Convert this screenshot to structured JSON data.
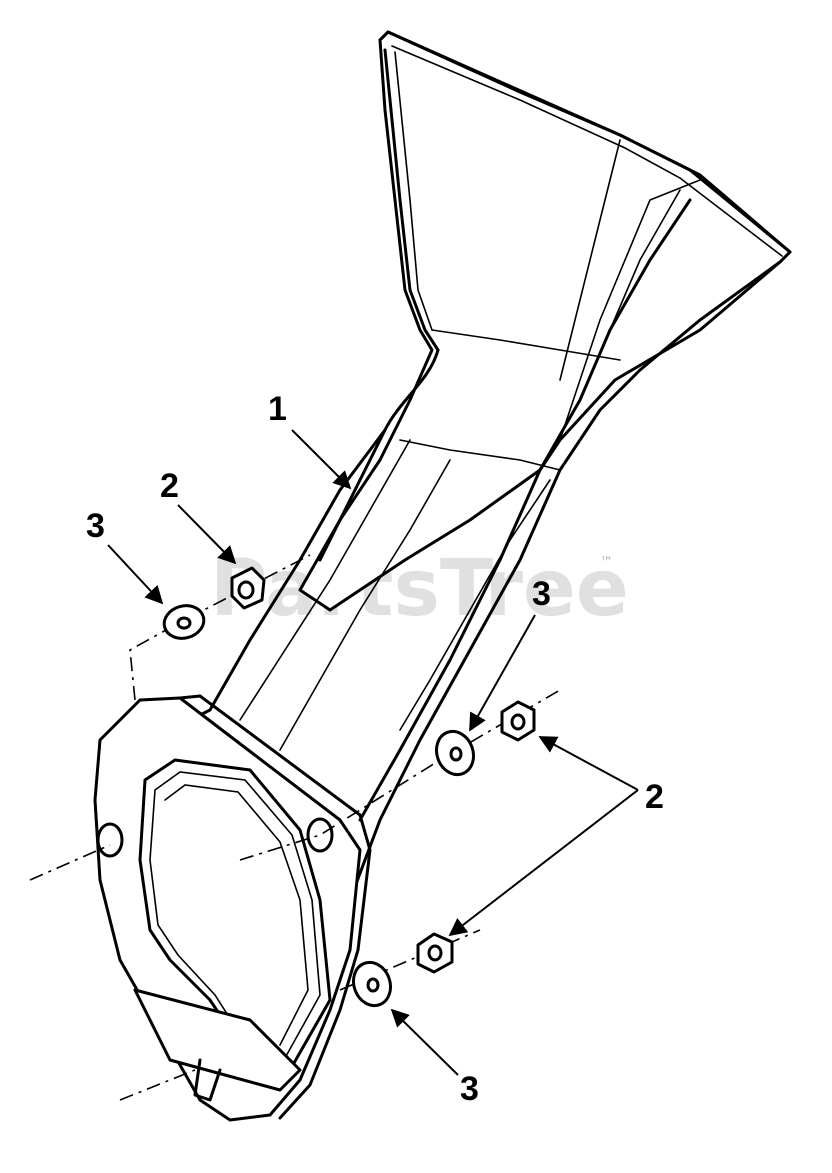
{
  "watermark": {
    "text": "PartsTree",
    "trademark": "™"
  },
  "callouts": {
    "part_1": "1",
    "part_2_left": "2",
    "part_3_left": "3",
    "part_3_right_upper": "3",
    "part_2_right": "2",
    "part_3_right_lower": "3"
  },
  "parts": [
    {
      "ref": "1",
      "icon": "discharge-chute-icon"
    },
    {
      "ref": "2",
      "icon": "hex-nut-icon"
    },
    {
      "ref": "3",
      "icon": "flat-washer-icon"
    }
  ]
}
